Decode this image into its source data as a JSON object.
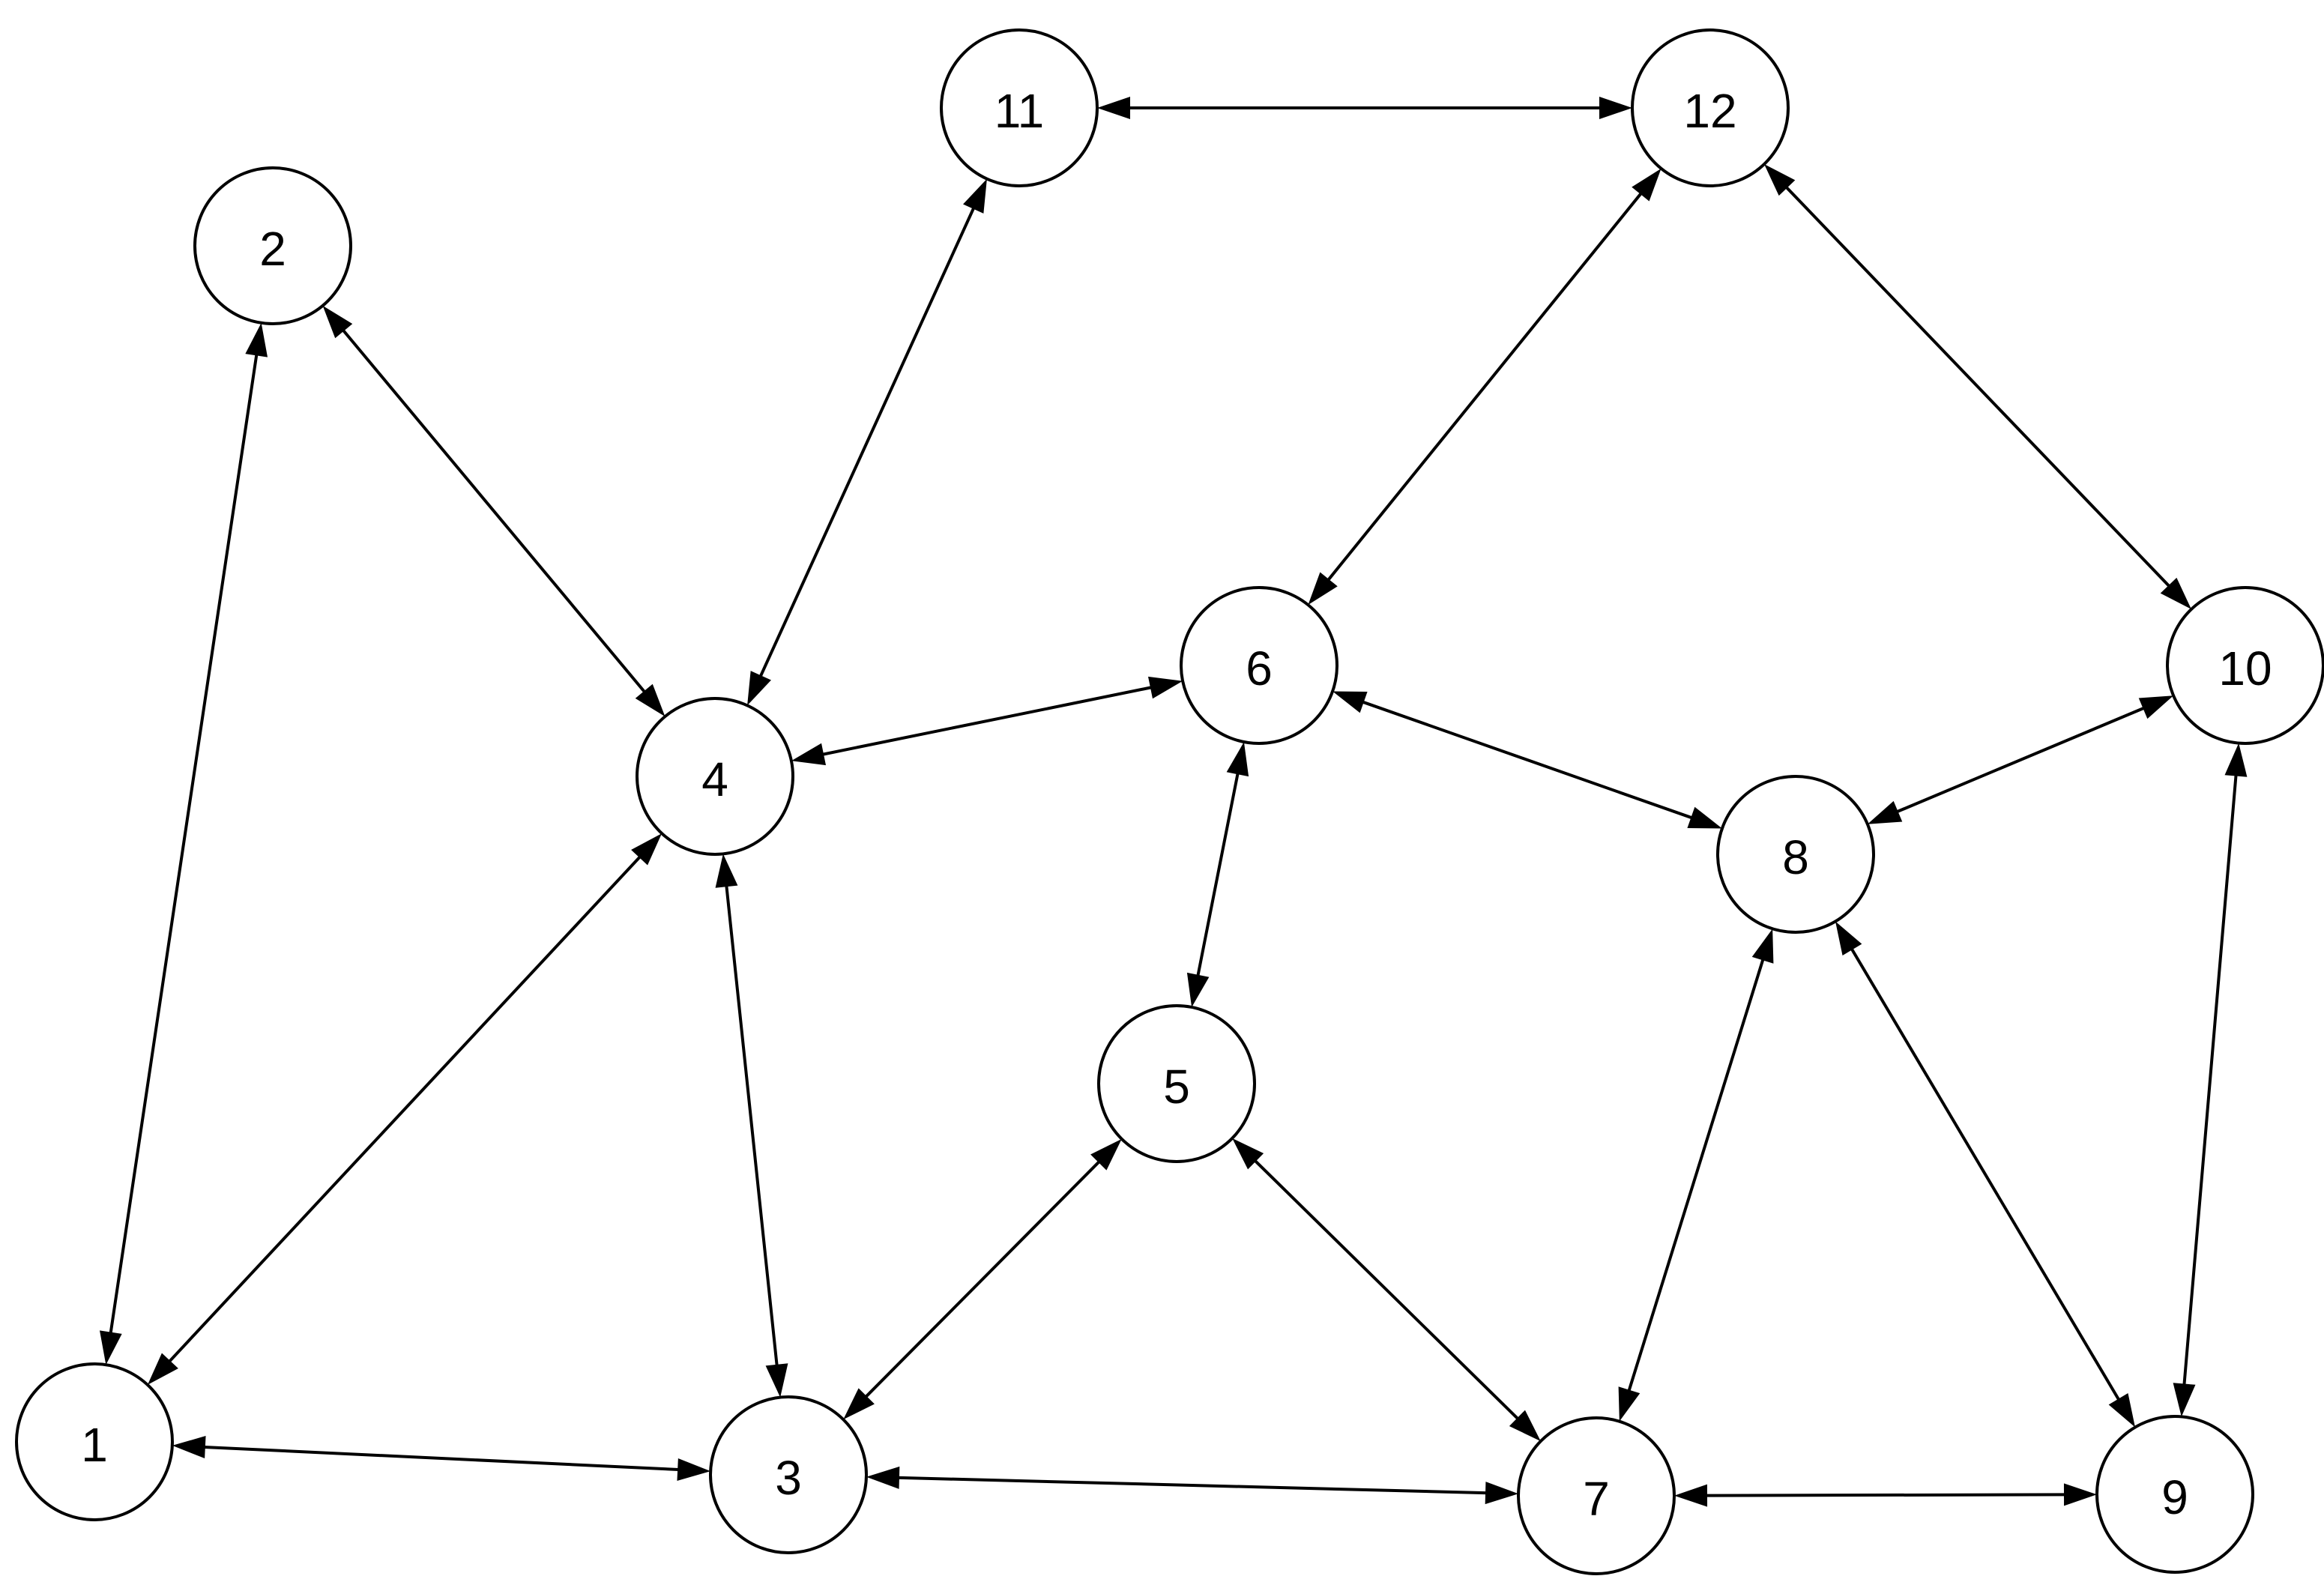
{
  "graph": {
    "directed": true,
    "bidirectional_edges": true,
    "colors": {
      "stroke": "#000000",
      "node_fill": "#ffffff",
      "background": "#ffffff"
    },
    "nodes": [
      {
        "id": "1",
        "label": "1"
      },
      {
        "id": "2",
        "label": "2"
      },
      {
        "id": "3",
        "label": "3"
      },
      {
        "id": "4",
        "label": "4"
      },
      {
        "id": "5",
        "label": "5"
      },
      {
        "id": "6",
        "label": "6"
      },
      {
        "id": "7",
        "label": "7"
      },
      {
        "id": "8",
        "label": "8"
      },
      {
        "id": "9",
        "label": "9"
      },
      {
        "id": "10",
        "label": "10"
      },
      {
        "id": "11",
        "label": "11"
      },
      {
        "id": "12",
        "label": "12"
      }
    ],
    "edges": [
      {
        "a": "1",
        "b": "2"
      },
      {
        "a": "1",
        "b": "4"
      },
      {
        "a": "1",
        "b": "3"
      },
      {
        "a": "2",
        "b": "4"
      },
      {
        "a": "4",
        "b": "11"
      },
      {
        "a": "4",
        "b": "6"
      },
      {
        "a": "4",
        "b": "3"
      },
      {
        "a": "11",
        "b": "12"
      },
      {
        "a": "12",
        "b": "6"
      },
      {
        "a": "12",
        "b": "10"
      },
      {
        "a": "6",
        "b": "5"
      },
      {
        "a": "6",
        "b": "8"
      },
      {
        "a": "5",
        "b": "3"
      },
      {
        "a": "5",
        "b": "7"
      },
      {
        "a": "3",
        "b": "7"
      },
      {
        "a": "8",
        "b": "10"
      },
      {
        "a": "8",
        "b": "7"
      },
      {
        "a": "8",
        "b": "9"
      },
      {
        "a": "10",
        "b": "9"
      },
      {
        "a": "7",
        "b": "9"
      }
    ]
  }
}
